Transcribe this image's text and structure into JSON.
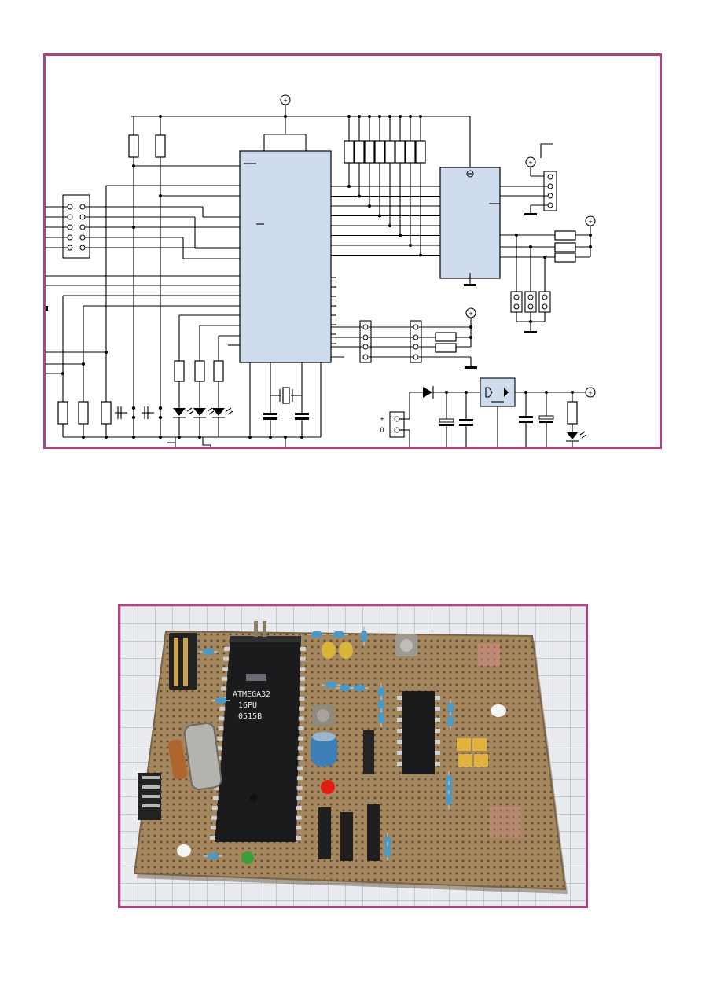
{
  "schematic": {
    "supply_sign": "+",
    "connector_labels": [
      "+",
      "0"
    ]
  },
  "photo": {
    "chip_marking": [
      "ATMEGA32",
      "16PU",
      "0515B"
    ]
  },
  "colors": {
    "frame": "#b0437f",
    "ic_fill": "#cfdcee",
    "board": "#a4865f",
    "led_red": "#e01e12",
    "led_green": "#3f9e3a",
    "cap_yellow": "#d8b43a",
    "jumper_yellow": "#e0b23c",
    "resistor_blue": "#4a9ac8"
  }
}
